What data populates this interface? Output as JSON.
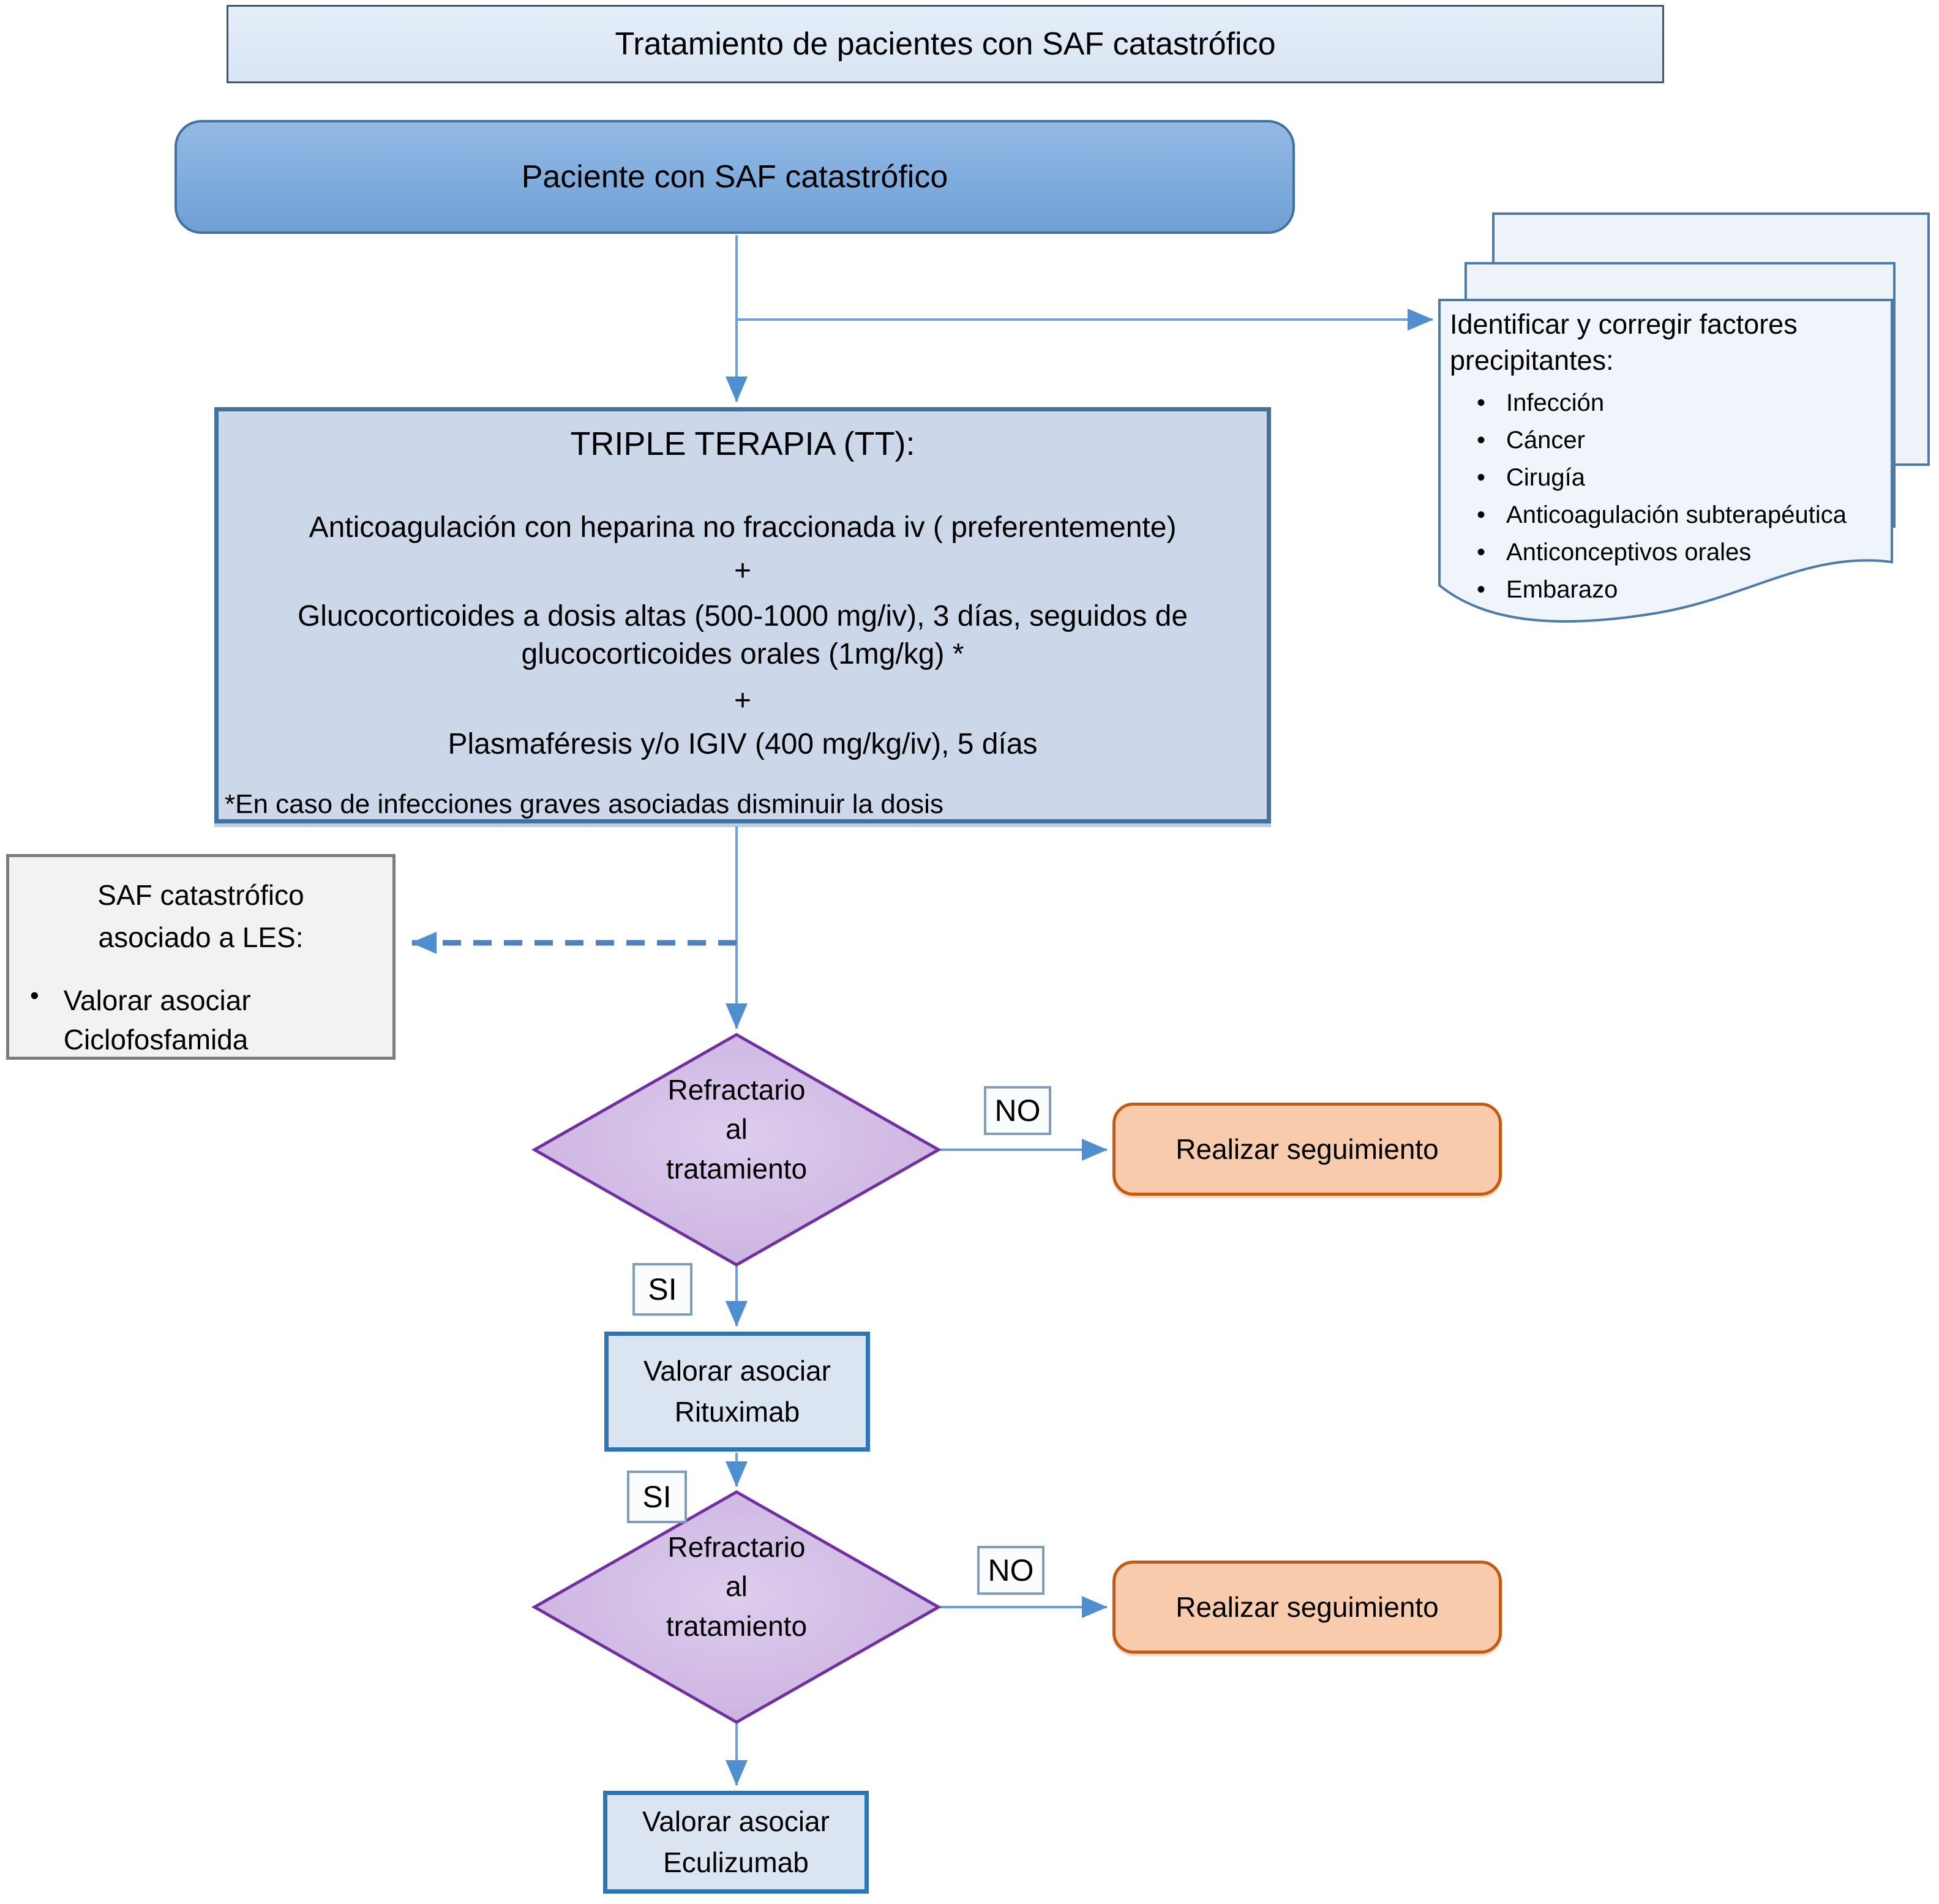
{
  "diagram_title": "Tratamiento de pacientes con SAF catastrófico",
  "patient_box": {
    "label": "Paciente con SAF catastrófico"
  },
  "precipitants_note": {
    "heading": "Identificar y corregir factores\nprecipitantes:",
    "bullet_glyph": "•",
    "items": [
      "Infección",
      "Cáncer",
      "Cirugía",
      "Anticoagulación subterapéutica",
      "Anticonceptivos orales",
      "Embarazo"
    ]
  },
  "triple_therapy": {
    "title": "TRIPLE TERAPIA (TT):",
    "line1": "Anticoagulación con heparina no fraccionada iv ( preferentemente)",
    "plus1": "+",
    "line2": "Glucocorticoides a dosis altas (500-1000 mg/iv), 3 días, seguidos de glucocorticoides orales (1mg/kg) *",
    "plus2": "+",
    "line3": "Plasmaféresis y/o IGIV (400 mg/kg/iv), 5 días",
    "footnote": "*En caso de infecciones graves asociadas disminuir la dosis"
  },
  "les_box": {
    "heading": "SAF catastrófico\nasociado a LES:",
    "bullet_glyph": "•",
    "bullet": "Valorar asociar\nCiclofosfamida"
  },
  "decision1": {
    "label": "Refractario\nal\ntratamiento"
  },
  "decision2": {
    "label": "Refractario\nal\ntratamiento"
  },
  "followup1": {
    "label": "Realizar seguimiento"
  },
  "followup2": {
    "label": "Realizar seguimiento"
  },
  "rituximab_box": {
    "label": "Valorar asociar\nRituximab"
  },
  "eculizumab_box": {
    "label": "Valorar asociar\nEculizumab"
  },
  "labels": {
    "no": "NO",
    "si": "SI"
  },
  "colors": {
    "title_box_fill": "#dde9f6",
    "title_box_border": "#44546a",
    "patient_fill": "#7aa8da",
    "patient_border": "#41719c",
    "note_fill": "#f0f5fb",
    "note_border": "#4e7aa8",
    "triple_fill": "#ccd8ea",
    "triple_border": "#41719c",
    "les_fill": "#f2f2f2",
    "les_border": "#7d7d7d",
    "diamond_fill": "#cdb5e2",
    "diamond_border": "#7030a0",
    "followup_fill": "#f8cbad",
    "followup_border": "#c55a11",
    "action_fill": "#dbe5f1",
    "action_border": "#2e75b6",
    "tag_fill": "#fbfcfe",
    "tag_border": "#7f9db9",
    "connector": "#6f9fd8",
    "arrowhead": "#4f8ed0",
    "dashed_connector": "#4f81bd"
  }
}
